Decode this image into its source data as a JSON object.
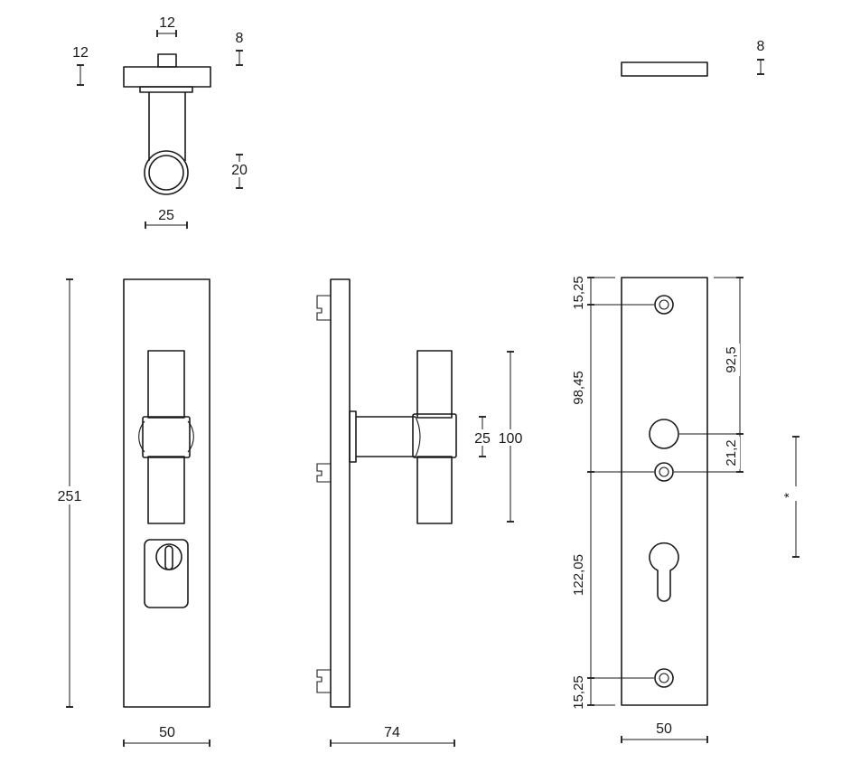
{
  "top_view": {
    "spindle_width": "12",
    "rose_height": "12",
    "rose_thickness": "8",
    "grip_diameter": "20",
    "grip_width": "25"
  },
  "plate_section": {
    "thickness": "8"
  },
  "front_view": {
    "height": "251",
    "width": "50"
  },
  "side_view": {
    "grip_diameter": "25",
    "grip_length": "100",
    "projection": "74"
  },
  "back_view": {
    "top_margin": "15,25",
    "upper_span": "98,45",
    "lower_span": "122,05",
    "bottom_margin": "15,25",
    "spindle_distance": "92,5",
    "spindle_offset": "21,2",
    "variable_marker": "*",
    "width": "50"
  }
}
